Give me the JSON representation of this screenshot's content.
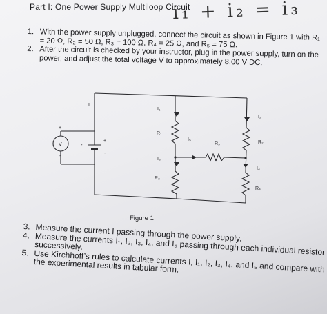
{
  "header": {
    "title": "Part I: One Power Supply Multiloop Circuit",
    "handwritten_note": "i₁ + i₂ = i₃"
  },
  "steps_top": [
    {
      "num": "1.",
      "text": "With the power supply unplugged, connect the circuit as shown in Figure 1 with R₁ = 20 Ω, R₂ = 50 Ω, R₃ = 100 Ω, R₄ = 25 Ω, and R₅ = 75 Ω."
    },
    {
      "num": "2.",
      "text": "After the circuit is checked by your instructor, plug in the power supply, turn on the power, and adjust the total voltage V to approximately 8.00 V DC."
    }
  ],
  "figure": {
    "caption": "Figure 1",
    "labels": {
      "I": "I",
      "I1": "I₁",
      "I2": "I₂",
      "I3": "I₃",
      "I4": "I₄",
      "I5": "I₅",
      "R1": "R₁",
      "R2": "R₂",
      "R3": "R₃",
      "R4": "R₄",
      "R5": "R₅",
      "V": "V",
      "epsilon": "ε",
      "plus1": "+",
      "plus2": "+",
      "minus1": "-",
      "minus2": "-"
    }
  },
  "steps_bottom": [
    {
      "num": "3.",
      "text": "Measure the current I passing through the power supply."
    },
    {
      "num": "4.",
      "text": "Measure the currents I₁, I₂, I₃, I₄, and I₅ passing through each individual resistor successively."
    },
    {
      "num": "5.",
      "text": "Use Kirchhoff’s rules to calculate currents I, I₁, I₂, I₃, I₄, and I₅ and compare with the experimental results in tabular form."
    }
  ]
}
